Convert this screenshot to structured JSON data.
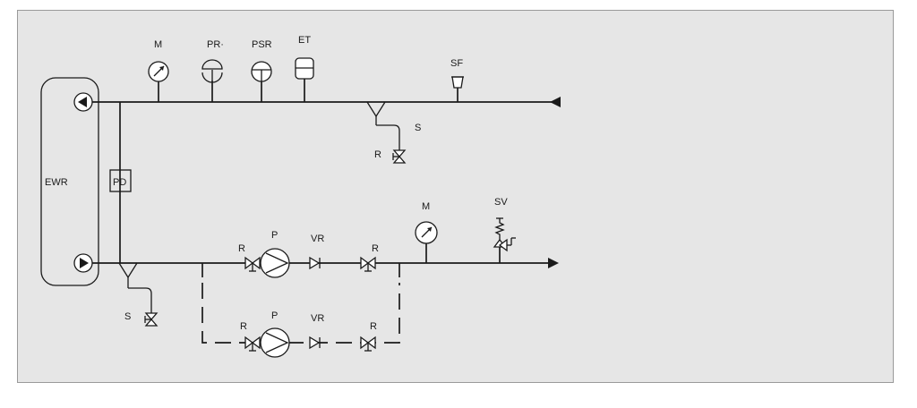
{
  "colors": {
    "panel_bg": "#e6e6e6",
    "panel_border": "#9a9a9a",
    "line": "#1a1a1a"
  },
  "labels": {
    "ewr": "EWR",
    "pd": "PD",
    "m_top": "M",
    "pr": "PR·",
    "psr": "PSR",
    "et": "ET",
    "sf": "SF",
    "s_top": "S",
    "r_top": "R",
    "r_pump1_in": "R",
    "p1": "P",
    "vr1": "VR",
    "r_pump1_out": "R",
    "m_bottom": "M",
    "sv": "SV",
    "s_bottom": "S",
    "r_pump2_in": "R",
    "p2": "P",
    "vr2": "VR",
    "r_pump2_out": "R"
  },
  "icons": {
    "supply_pump_icon": "pump-circle-left",
    "return_pump_icon": "pump-circle-right",
    "manometer": "gauge-with-needle",
    "pressure_switch": "dial-switch",
    "expansion_tank": "tank",
    "strainer": "y-strainer",
    "check_valve": "non-return-valve",
    "shutoff_valve": "gate-valve",
    "safety_valve": "spring-relief-valve",
    "flow_arrow": "arrowhead"
  }
}
